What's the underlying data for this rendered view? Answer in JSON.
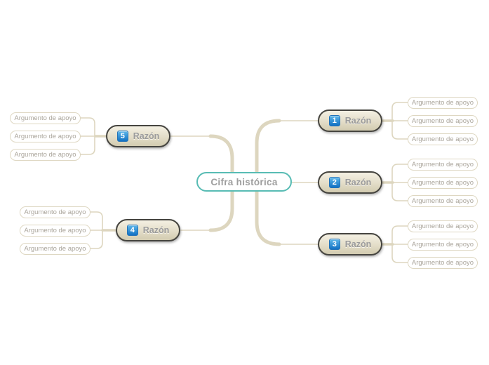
{
  "map": {
    "central": {
      "label": "Cifra histórica"
    },
    "branches": [
      {
        "number": "1",
        "label": "Razón",
        "side": "right",
        "children": [
          "Argumento de apoyo",
          "Argumento de apoyo",
          "Argumento de apoyo"
        ]
      },
      {
        "number": "2",
        "label": "Razón",
        "side": "right",
        "children": [
          "Argumento de apoyo",
          "Argumento de apoyo",
          "Argumento de apoyo"
        ]
      },
      {
        "number": "3",
        "label": "Razón",
        "side": "right",
        "children": [
          "Argumento de apoyo",
          "Argumento de apoyo",
          "Argumento de apoyo"
        ]
      },
      {
        "number": "4",
        "label": "Razón",
        "side": "left",
        "children": [
          "Argumento de apoyo",
          "Argumento de apoyo",
          "Argumento de apoyo"
        ]
      },
      {
        "number": "5",
        "label": "Razón",
        "side": "left",
        "children": [
          "Argumento de apoyo",
          "Argumento de apoyo",
          "Argumento de apoyo"
        ]
      }
    ],
    "colors": {
      "background": "#ffffff",
      "connector": "#ddd6bf",
      "branch_fill_top": "#f4f0e3",
      "branch_fill_bottom": "#d2cbb0",
      "branch_border": "#45443f",
      "branch_text": "#9b9b9b",
      "badge_blue_top": "#5fb8ea",
      "badge_blue_bottom": "#1271c3",
      "central_border": "#58bcb4",
      "central_text": "#9e9e9e",
      "child_border": "#ded7c2",
      "child_text": "#aba69c"
    }
  }
}
